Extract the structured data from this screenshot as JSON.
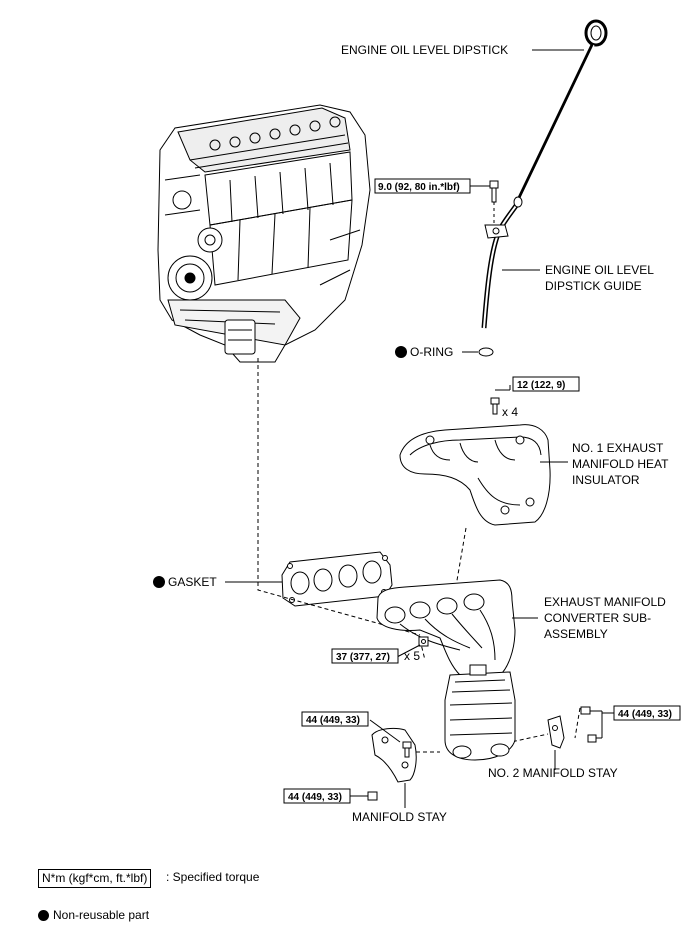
{
  "labels": {
    "dipstick": "ENGINE OIL LEVEL DIPSTICK",
    "dipstick_guide_1": "ENGINE OIL LEVEL",
    "dipstick_guide_2": "DIPSTICK GUIDE",
    "o_ring": "O-RING",
    "heat_insulator_1": "NO. 1 EXHAUST",
    "heat_insulator_2": "MANIFOLD HEAT",
    "heat_insulator_3": "INSULATOR",
    "gasket": "GASKET",
    "manifold_1": "EXHAUST MANIFOLD",
    "manifold_2": "CONVERTER SUB-",
    "manifold_3": "ASSEMBLY",
    "no2_stay": "NO. 2 MANIFOLD STAY",
    "manifold_stay": "MANIFOLD STAY"
  },
  "torques": {
    "guide_bolt": "9.0 (92, 80 in.*lbf)",
    "insulator_bolts": "12 (122, 9)",
    "insulator_qty": "x 4",
    "manifold_nuts": "37 (377, 27)",
    "manifold_qty": "x 5",
    "stay_bolt": "44 (449, 33)",
    "stay_nut": "44 (449, 33)",
    "no2_stay_bolt": "44 (449, 33)"
  },
  "legend": {
    "torque_unit": "N*m (kgf*cm, ft.*lbf)",
    "torque_text": ": Specified torque",
    "nonreusable_text": "Non-reusable part"
  }
}
